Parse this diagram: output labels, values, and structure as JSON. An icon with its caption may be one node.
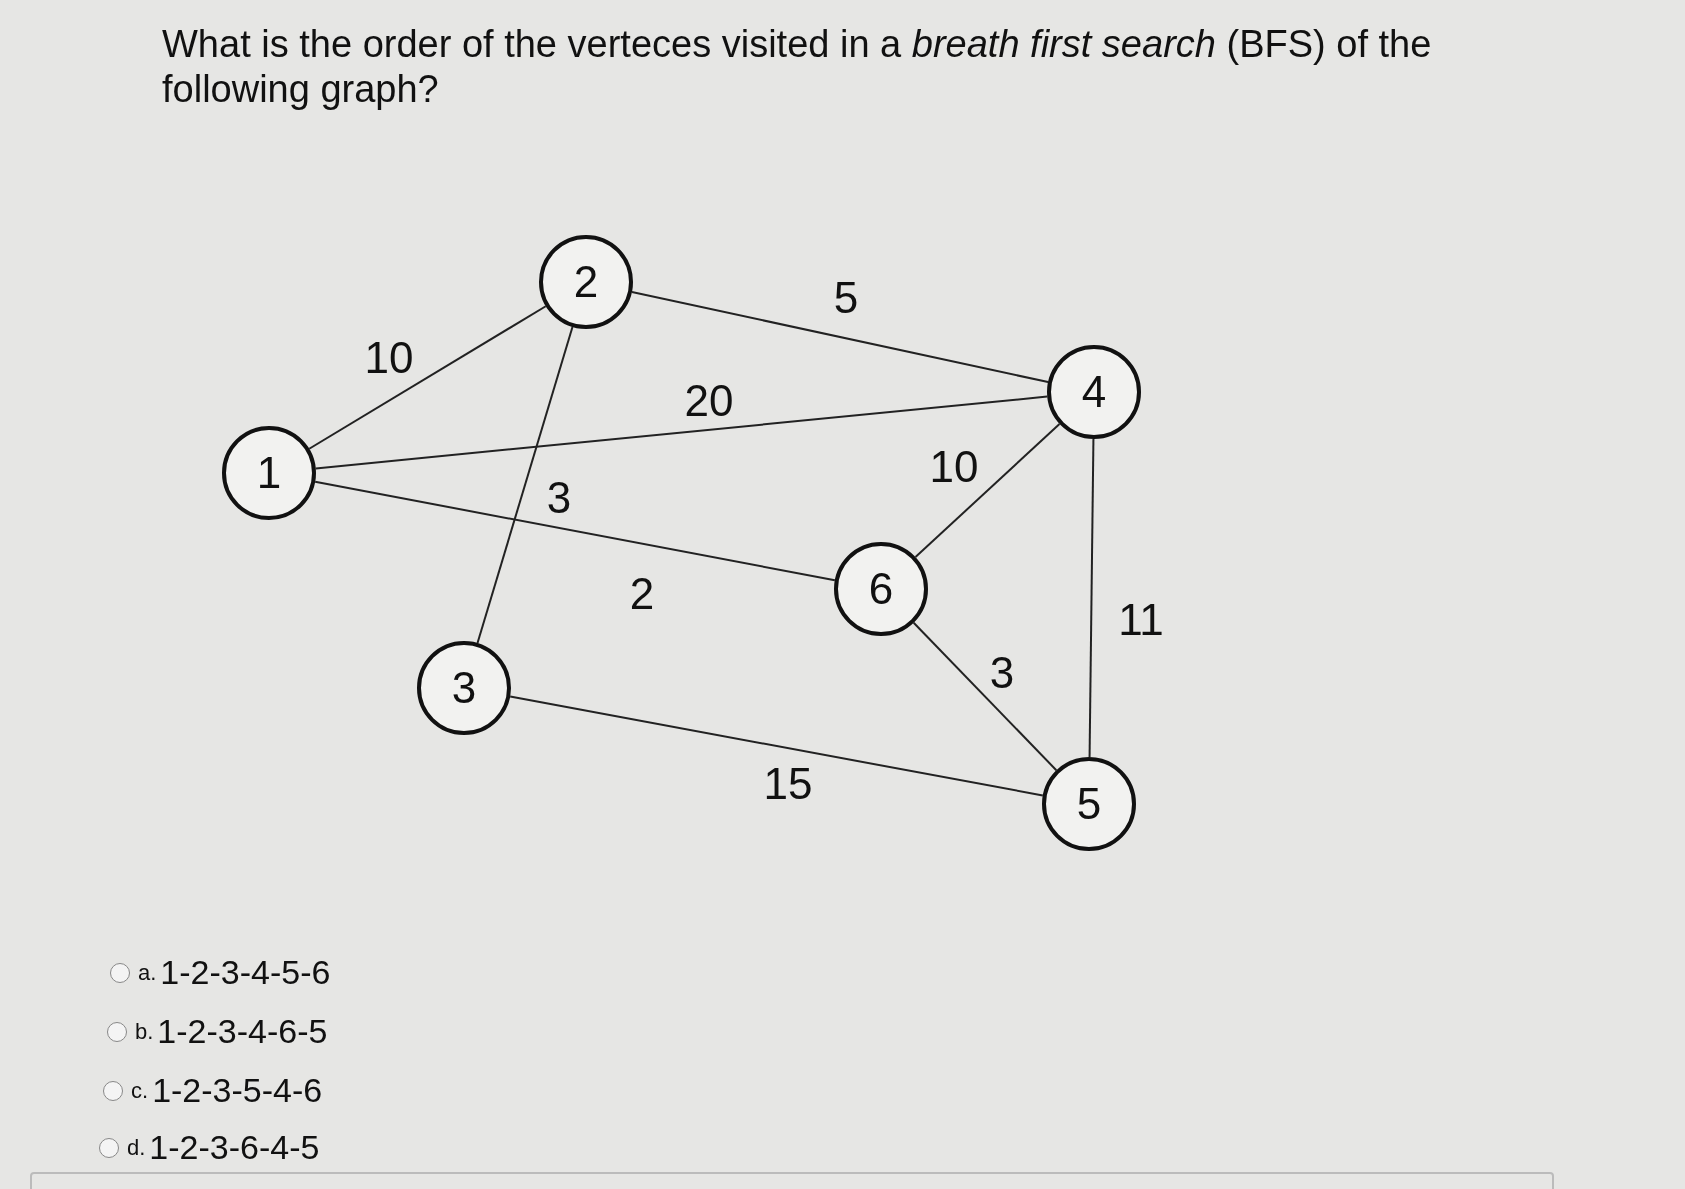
{
  "diagram": {
    "title": "What is the order of the verteces visited in a *breath first search* (BFS) of the following graph?",
    "nodes": [
      {
        "text": [
          "1"
        ]
      },
      {
        "text": [
          "2"
        ]
      },
      {
        "text": [
          "3"
        ]
      },
      {
        "text": [
          "4"
        ]
      },
      {
        "text": [
          "5"
        ]
      },
      {
        "text": [
          "6"
        ]
      }
    ],
    "edges": [
      {
        "from": 0,
        "to": 1,
        "arrow": "none",
        "label": "10"
      },
      {
        "from": 1,
        "to": 3,
        "arrow": "none",
        "label": "5"
      },
      {
        "from": 0,
        "to": 3,
        "arrow": "none",
        "label": "20"
      },
      {
        "from": 1,
        "to": 2,
        "arrow": "none",
        "label": "3"
      },
      {
        "from": 0,
        "to": 5,
        "arrow": "none",
        "label": "2"
      },
      {
        "from": 3,
        "to": 5,
        "arrow": "none",
        "label": "10"
      },
      {
        "from": 3,
        "to": 4,
        "arrow": "none",
        "label": "11"
      },
      {
        "from": 5,
        "to": 4,
        "arrow": "none",
        "label": "3"
      },
      {
        "from": 2,
        "to": 4,
        "arrow": "none",
        "label": "15"
      }
    ],
    "labels": [
      "a.",
      "1-2-3-4-5-6",
      "b.",
      "1-2-3-4-6-5",
      "c.",
      "1-2-3-5-4-6",
      "d.",
      "1-2-3-6-4-5"
    ]
  }
}
